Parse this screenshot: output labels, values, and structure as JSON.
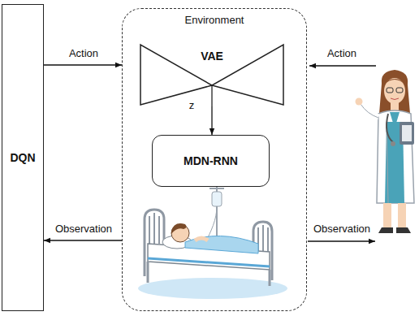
{
  "diagram": {
    "nodes": [
      {
        "text": [
          "DQN"
        ]
      },
      {
        "text": [
          "Environment"
        ]
      },
      {
        "text": [
          "VAE"
        ],
        "in": 1
      },
      {
        "text": [
          "MDN-RNN"
        ],
        "in": 1
      }
    ],
    "edges": [
      {
        "from": 0,
        "to": 1,
        "label": "Action",
        "arrow": "to"
      },
      {
        "from": 1,
        "to": 0,
        "label": "Observation",
        "arrow": "to"
      },
      {
        "from": 2,
        "to": 3,
        "label": "z",
        "arrow": "to"
      }
    ],
    "labels": [
      "Action",
      "Observation"
    ]
  }
}
